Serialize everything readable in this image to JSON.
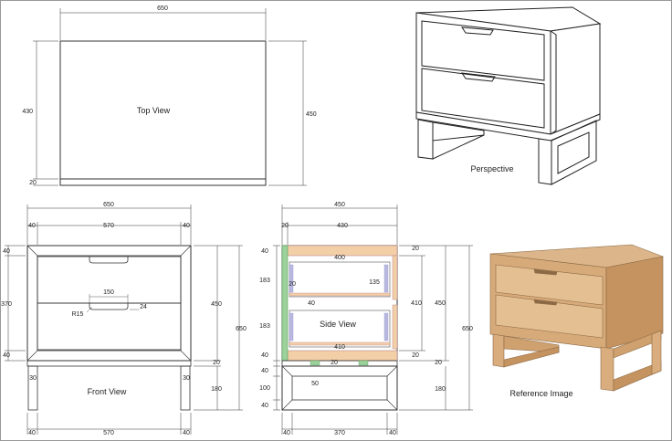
{
  "top_view": {
    "title": "Top View",
    "dim_width": "650",
    "dim_left_depth": "430",
    "dim_right_depth": "450",
    "dim_front_strip": "20"
  },
  "perspective": {
    "title": "Perspective"
  },
  "front_view": {
    "title": "Front View",
    "dim_overall_width": "650",
    "dim_side_left": "40",
    "dim_inner_width": "570",
    "dim_side_right": "40",
    "dim_top_rail": "40",
    "dim_drawer_height": "370",
    "dim_bottom_rail": "40",
    "dim_handle_width": "150",
    "dim_handle_radius": "R15",
    "dim_handle_depth": "24",
    "dim_case_height": "450",
    "dim_total_height": "650",
    "dim_base_rail": "20",
    "dim_leg_left": "30",
    "dim_leg_right": "30",
    "dim_leg_height": "180",
    "dim_base_left": "40",
    "dim_base_width": "570",
    "dim_base_right": "40"
  },
  "side_view": {
    "title": "Side View",
    "dim_overall_depth": "450",
    "dim_back": "20",
    "dim_inner_depth": "430",
    "dim_top": "40",
    "dim_top_right": "20",
    "dim_drawer_depth": "400",
    "dim_upper_drawer": "183",
    "dim_runner_top": "20",
    "dim_runner_side": "135",
    "dim_runner_offset": "40",
    "dim_inner_height": "410",
    "dim_case_height": "450",
    "dim_total_height": "650",
    "dim_lower_drawer": "183",
    "dim_bottom_depth": "410",
    "dim_bottom": "40",
    "dim_bottom_right": "20",
    "dim_base_strip_left": "20",
    "dim_base_strip_right": "20",
    "dim_base_top": "40",
    "dim_base_inner": "100",
    "dim_base_bottom": "40",
    "dim_base_slat": "50",
    "dim_base_height": "180",
    "dim_base_left": "40",
    "dim_base_width": "370",
    "dim_base_right": "40"
  },
  "reference": {
    "title": "Reference Image"
  },
  "colors": {
    "line": "#333333",
    "wood": "#e8c9a0",
    "wood_dark": "#c79a67",
    "runner": "#9a9acd",
    "green": "#5fa45f",
    "peach": "#f3cfa8"
  }
}
